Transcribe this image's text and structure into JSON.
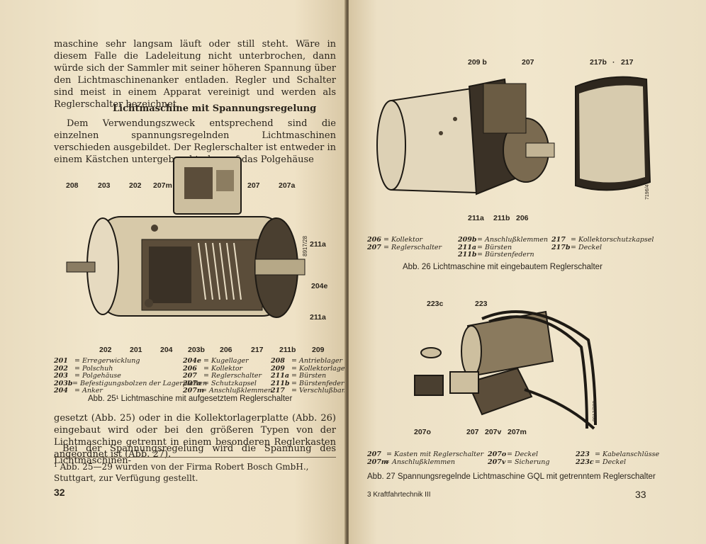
{
  "left_page": {
    "intro_paragraph": "maschine sehr langsam läuft oder still steht. Wäre in diesem Falle die Ladeleitung nicht unterbrochen, dann würde sich der Sammler mit seiner höheren Spannung über den Lichtmaschinenanker entladen. Regler und Schalter sind meist in einem Apparat vereinigt und werden als Reglerschalter bezeichnet.",
    "section_heading": "Lichtmaschine mit Spannungsregelung",
    "section_paragraph": "Dem Verwendungszweck entsprechend sind die einzelnen spannungsregelnden Lichtmaschinen verschieden ausgebildet. Der Reglerschalter ist entweder in einem Kästchen untergebracht, das auf das Polgehäuse",
    "figure_labels": {
      "l208": "208",
      "l203": "203",
      "l202": "202",
      "l207m": "207m",
      "l207": "207",
      "l207a": "207a",
      "l211a": "211a",
      "l204e": "204e",
      "l211a2": "211a",
      "b202": "202",
      "b201": "201",
      "b204": "204",
      "b203b": "203b",
      "b206": "206",
      "b217": "217",
      "b211b": "211b",
      "b209": "209",
      "stamp": "8917/28"
    },
    "legend": [
      [
        {
          "n": "201",
          "t": "Erregerwicklung"
        },
        {
          "n": "202",
          "t": "Polschuh"
        },
        {
          "n": "203",
          "t": "Polgehäuse"
        },
        {
          "n": "203b",
          "t": "Befestigungsbolzen der Lagerplatten"
        },
        {
          "n": "204",
          "t": "Anker"
        }
      ],
      [
        {
          "n": "204e",
          "t": "Kugellager"
        },
        {
          "n": "206",
          "t": "Kollektor"
        },
        {
          "n": "207",
          "t": "Reglerschalter"
        },
        {
          "n": "207a",
          "t": "Schutzkapsel"
        },
        {
          "n": "207m",
          "t": "Anschlußklemmen"
        }
      ],
      [
        {
          "n": "208",
          "t": "Antrieblager"
        },
        {
          "n": "209",
          "t": "Kollektorlager"
        },
        {
          "n": "211a",
          "t": "Bürsten"
        },
        {
          "n": "211b",
          "t": "Bürstenfedern"
        },
        {
          "n": "217",
          "t": "Verschlußband"
        }
      ]
    ],
    "caption": "Abb. 25¹ Lichtmaschine mit aufgesetztem Reglerschalter",
    "continuation": "gesetzt (Abb. 25) oder in die Kollektorlagerplatte (Abb. 26) eingebaut wird oder bei den größeren Typen von der Lichtmaschine getrennt in einem besonderen Reglerkasten angeordnet ist (Abb. 27).",
    "continuation2": "Bei der Spannungsregelung wird die Spannung des Lichtmaschinen-",
    "footnote": "¹ Abb. 25—29 wurden von der Firma Robert Bosch GmbH., Stuttgart, zur Verfügung gestellt.",
    "page_number": "32"
  },
  "right_page": {
    "fig26_labels": {
      "l209b": "209 b",
      "l207": "207",
      "l217b": "217b",
      "dot": "·",
      "l217": "217",
      "l211a": "211a",
      "l211b": "211b",
      "l206": "206",
      "stamp": "7196/4"
    },
    "legend26": [
      [
        {
          "n": "206",
          "t": "Kollektor"
        },
        {
          "n": "207",
          "t": "Reglerschalter"
        }
      ],
      [
        {
          "n": "209b",
          "t": "Anschlußklemmen"
        },
        {
          "n": "211a",
          "t": "Bürsten"
        },
        {
          "n": "211b",
          "t": "Bürstenfedern"
        }
      ],
      [
        {
          "n": "217",
          "t": "Kollektorschutzkapsel"
        },
        {
          "n": "217b",
          "t": "Deckel"
        }
      ]
    ],
    "caption26": "Abb. 26 Lichtmaschine mit eingebautem Reglerschalter",
    "fig27_labels": {
      "l223c": "223c",
      "l223": "223",
      "l207o": "207o",
      "l207": "207",
      "l207v": "207v",
      "l207m": "207m",
      "stamp": "8917/200"
    },
    "legend27": [
      [
        {
          "n": "207",
          "t": "Kasten mit Reglerschalter"
        },
        {
          "n": "207m",
          "t": "Anschlußklemmen"
        }
      ],
      [
        {
          "n": "207o",
          "t": "Deckel"
        },
        {
          "n": "207v",
          "t": "Sicherung"
        }
      ],
      [
        {
          "n": "223",
          "t": "Kabelanschlüsse"
        },
        {
          "n": "223c",
          "t": "Deckel"
        }
      ]
    ],
    "caption27": "Abb. 27 Spannungsregelnde Lichtmaschine GQL mit getrenntem Reglerschalter",
    "footer_sig": "3  Kraftfahrtechnik III",
    "page_number": "33"
  }
}
